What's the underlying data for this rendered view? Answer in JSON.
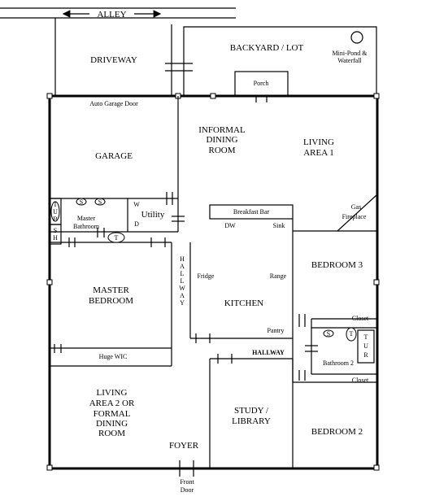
{
  "labels": {
    "alley": "ALLEY",
    "driveway": "DRIVEWAY",
    "backyard": "BACKYARD / LOT",
    "mini_pond_1": "Mini-Pond &",
    "mini_pond_2": "Waterfall",
    "porch": "Porch",
    "auto_garage_door": "Auto Garage Door",
    "garage": "GARAGE",
    "informal_dining_1": "INFORMAL",
    "informal_dining_2": "DINING",
    "informal_dining_3": "ROOM",
    "living_area1_1": "LIVING",
    "living_area1_2": "AREA 1",
    "tub_t": "T",
    "tub_u": "U",
    "tub_b": "B",
    "sh_s": "S",
    "sh_h": "H",
    "master_bath_1": "Master",
    "master_bath_2": "Bathroom",
    "washer": "W",
    "dryer": "D",
    "utility": "Utility",
    "toilet": "T",
    "sink_symbol": "S",
    "breakfast_bar": "Breakfast Bar",
    "dw": "DW",
    "sink": "Sink",
    "gas_fireplace_1": "Gas",
    "gas_fireplace_2": "Fireplace",
    "bedroom3": "BEDROOM 3",
    "hallway_vertical": [
      "H",
      "A",
      "L",
      "L",
      "W",
      "A",
      "Y"
    ],
    "fridge": "Fridge",
    "range": "Range",
    "master_bedroom_1": "MASTER",
    "master_bedroom_2": "BEDROOM",
    "kitchen": "KITCHEN",
    "pantry": "Pantry",
    "closet_top": "Closet",
    "tub2_t": "T",
    "tub2_u": "U",
    "tub2_r": "R",
    "huge_wic": "Huge WIC",
    "hallway": "HALLWAY",
    "bathroom2": "Bathroom 2",
    "closet_bottom": "Closet",
    "living_area2_1": "LIVING",
    "living_area2_2": "AREA 2 OR",
    "living_area2_3": "FORMAL",
    "living_area2_4": "DINING",
    "living_area2_5": "ROOM",
    "study_1": "STUDY /",
    "study_2": "LIBRARY",
    "bedroom2": "BEDROOM 2",
    "foyer": "FOYER",
    "front_door_1": "Front",
    "front_door_2": "Door"
  }
}
